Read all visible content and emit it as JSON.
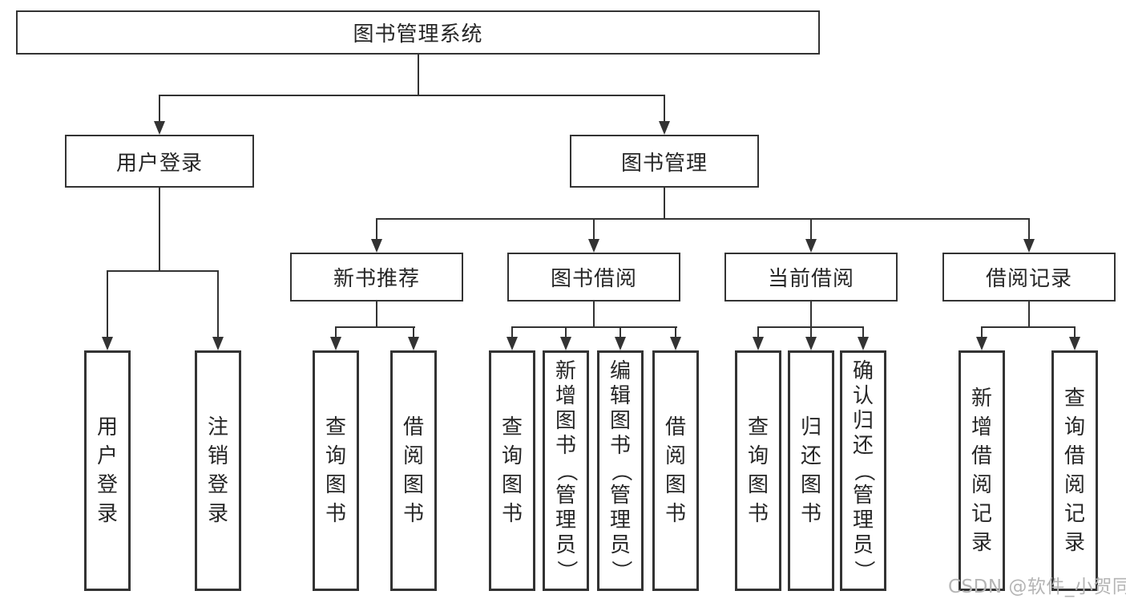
{
  "diagram": {
    "root": {
      "label": "图书管理系统"
    },
    "level2": [
      {
        "label": "用户登录"
      },
      {
        "label": "图书管理"
      }
    ],
    "level3": [
      {
        "label": "新书推荐"
      },
      {
        "label": "图书借阅"
      },
      {
        "label": "当前借阅"
      },
      {
        "label": "借阅记录"
      }
    ],
    "leaves": {
      "login": [
        "用户登录",
        "注销登录"
      ],
      "recommend": [
        "查询图书",
        "借阅图书"
      ],
      "borrow": [
        "查询图书",
        "新增图书（管理员）",
        "编辑图书（管理员）",
        "借阅图书"
      ],
      "current": [
        "查询图书",
        "归还图书",
        "确认归还（管理员）"
      ],
      "records": [
        "新增借阅记录",
        "查询借阅记录"
      ]
    }
  },
  "watermark": {
    "text": "CSDN @软件_小贺同学"
  },
  "colors": {
    "line": "#333333",
    "text": "#262626",
    "watermark": "#b5b5b5",
    "background": "#ffffff"
  }
}
